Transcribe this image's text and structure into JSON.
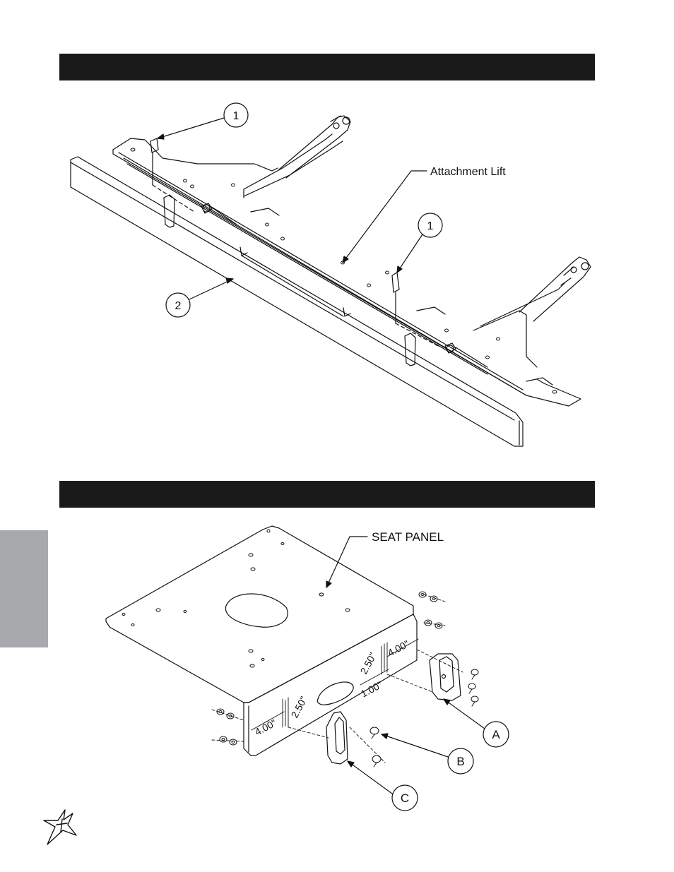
{
  "section_top": {
    "label_attachment_lift": "Attachment Lift",
    "callouts": [
      "1",
      "1",
      "2"
    ]
  },
  "section_bottom": {
    "label_seat_panel": "SEAT PANEL",
    "dimensions": [
      "4.00\"",
      "2.50\"",
      "2.50\"",
      "1.00\"",
      "4.00\""
    ],
    "callouts": [
      "A",
      "B",
      "C"
    ]
  },
  "colors": {
    "section_bar": "#1a1a1a",
    "side_tab": "#a7a9ac",
    "line": "#111111"
  },
  "icons": [
    "star-logo-icon"
  ]
}
